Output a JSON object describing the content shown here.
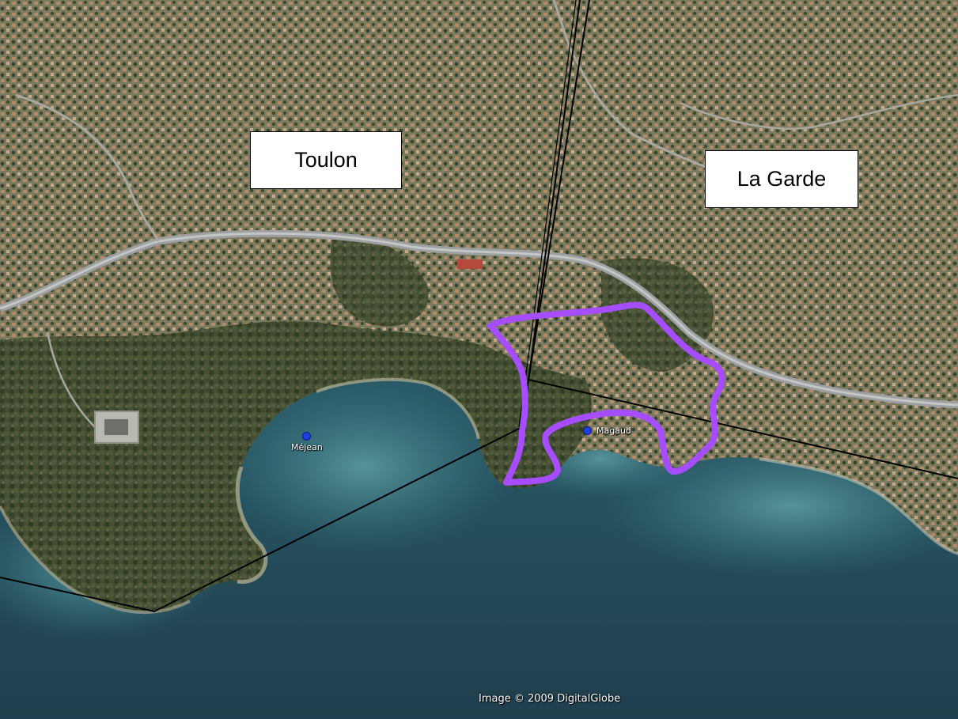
{
  "map": {
    "labels": {
      "toulon": "Toulon",
      "la_garde": "La Garde"
    },
    "places": {
      "mejean": "Méjean",
      "magaud": "Magaud"
    },
    "attribution": "Image © 2009 DigitalGlobe",
    "colors": {
      "outline": "#a64dff",
      "boundary": "#000000",
      "marker": "#1f3fe0",
      "sea": "#2a5a66",
      "land": "#6f7356"
    },
    "icons": {
      "place_marker": "blue-dot-icon"
    }
  }
}
